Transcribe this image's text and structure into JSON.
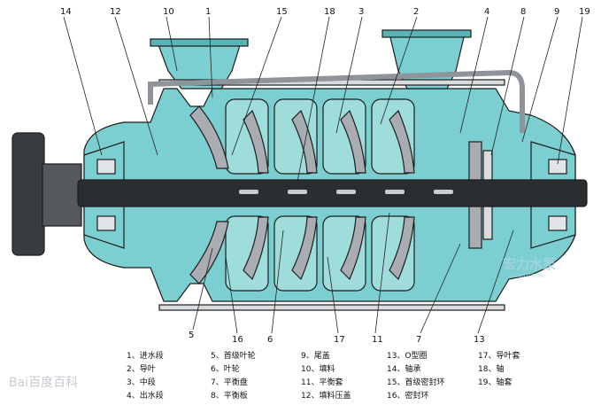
{
  "diagram": {
    "callouts_top": [
      "14",
      "12",
      "10",
      "1",
      "15",
      "18",
      "3",
      "2",
      "4",
      "8",
      "9",
      "19"
    ],
    "callouts_bottom": [
      "5",
      "16",
      "6",
      "17",
      "11",
      "7",
      "13"
    ],
    "legend": {
      "col1": [
        "1、进水段",
        "2、导叶",
        "3、中段",
        "4、出水段"
      ],
      "col2": [
        "5、首级叶轮",
        "6、叶轮",
        "7、平衡盘",
        "8、平衡板"
      ],
      "col3": [
        "9、尾盖",
        "10、填料",
        "11、平衡套",
        "12、填料压盖"
      ],
      "col4": [
        "13、O型圈",
        "14、轴承",
        "15、首级密封环",
        "16、密封环"
      ],
      "col5": [
        "17、导叶套",
        "18、轴",
        "19、轴套"
      ]
    },
    "brand_cn": "宏力水泵",
    "brand_en": "HONG LI PUMP",
    "watermark": "Bai百度百科"
  },
  "colors": {
    "casing": "#7ccfd0",
    "casing_dark": "#58b4b6",
    "shaft": "#2b2e31",
    "outline": "#1c1c1c"
  }
}
